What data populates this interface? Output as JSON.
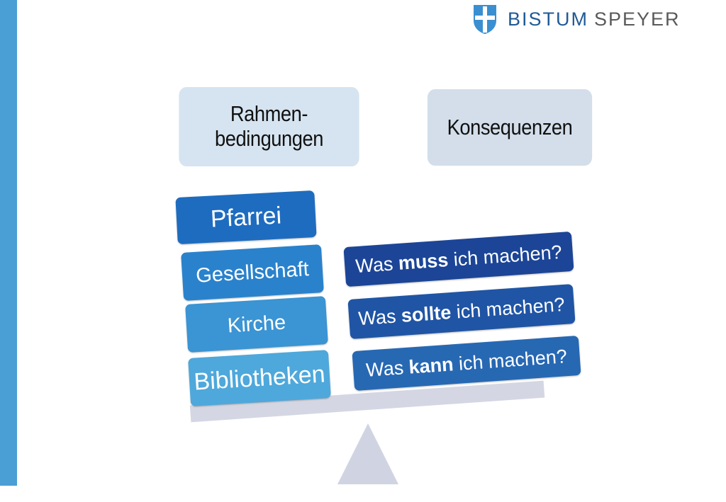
{
  "brand": {
    "word1": "BISTUM",
    "word2": "SPEYER"
  },
  "headers": {
    "left_line1": "Rahmen-",
    "left_line2": "bedingungen",
    "right": "Konsequenzen"
  },
  "left_stack": [
    "Pfarrei",
    "Gesellschaft",
    "Kirche",
    "Bibliotheken"
  ],
  "right_stack": [
    {
      "pre": "Was ",
      "bold": "muss",
      "post": " ich machen?"
    },
    {
      "pre": "Was ",
      "bold": "sollte",
      "post": " ich machen?"
    },
    {
      "pre": "Was ",
      "bold": "kann",
      "post": " ich machen?"
    }
  ],
  "colors": {
    "sidebar": "#4a9fd4",
    "shield": "#3a8fd0",
    "pfarrei": "#1e6cbf",
    "gesellschaft": "#2a82cc",
    "kirche": "#3b94d3",
    "bibliotheken": "#4ea8db",
    "muss": "#1c4597",
    "sollte": "#2055a5",
    "kann": "#2768b3",
    "beam": "#d4d7e3"
  }
}
